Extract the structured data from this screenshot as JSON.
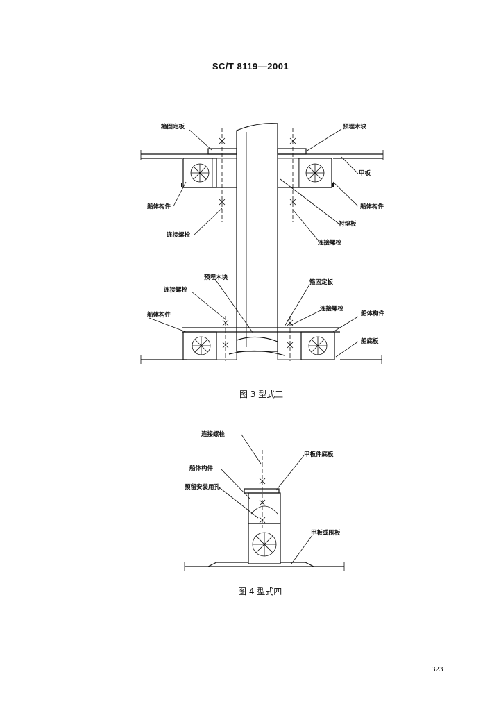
{
  "header": {
    "standard": "SC/T 8119—2001"
  },
  "figure3": {
    "caption": "图 3   型式三",
    "labels": {
      "top_left_clamp": "箍固定板",
      "top_right_block": "预埋木块",
      "deck_plate": "甲板",
      "left_hull_member_top": "船体构件",
      "right_hull_member_top": "船体构件",
      "pad_plate": "衬垫板",
      "left_bolt_top": "连接螺栓",
      "right_bolt_top": "连接螺栓",
      "mid_block": "预埋木块",
      "mid_clamp": "箍固定板",
      "left_bolt_bottom": "连接螺栓",
      "right_bolt_bottom": "连接螺栓",
      "left_hull_member_bottom": "船体构件",
      "right_hull_member_bottom": "船体构件",
      "bottom_plate": "船底板"
    }
  },
  "figure4": {
    "caption": "图 4   型式四",
    "labels": {
      "bolt": "连接螺栓",
      "fitting_base": "甲板件底板",
      "hull_member": "船体构件",
      "install_hole": "预留安装用孔",
      "deck_or_pad": "甲板或围板"
    }
  },
  "page_number": "323"
}
